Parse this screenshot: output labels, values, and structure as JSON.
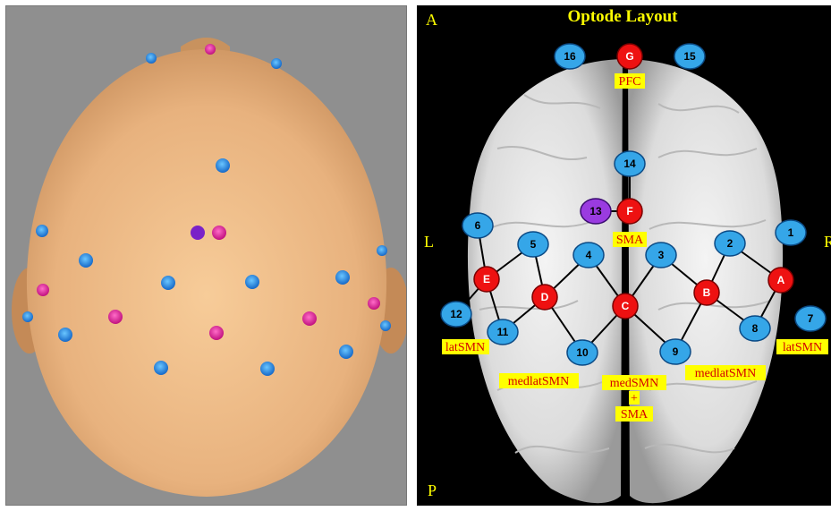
{
  "left": {
    "image": "head-optode-cap-top-view"
  },
  "right": {
    "title": "Optode Layout",
    "corners": {
      "anterior": "A",
      "posterior": "P",
      "left": "L",
      "right": "R"
    },
    "colors": {
      "detector": "#35a6e8",
      "source": "#ee1111",
      "special": "#9a3be0",
      "label_bg": "#ffff00",
      "label_text": "#cc0000"
    },
    "detectors": [
      "1",
      "2",
      "3",
      "4",
      "5",
      "6",
      "7",
      "8",
      "9",
      "10",
      "11",
      "12",
      "13",
      "14",
      "15",
      "16"
    ],
    "sources": [
      "A",
      "B",
      "C",
      "D",
      "E",
      "F",
      "G"
    ],
    "regions": {
      "pfc": "PFC",
      "sma": "SMA",
      "latsmn_left": "latSMN",
      "latsmn_right": "latSMN",
      "medlatsmn_left": "medlatSMN",
      "medlatsmn_right": "medlatSMN",
      "medsmn_line1": "medSMN",
      "medsmn_plus": "+",
      "medsmn_line2": "SMA"
    }
  }
}
